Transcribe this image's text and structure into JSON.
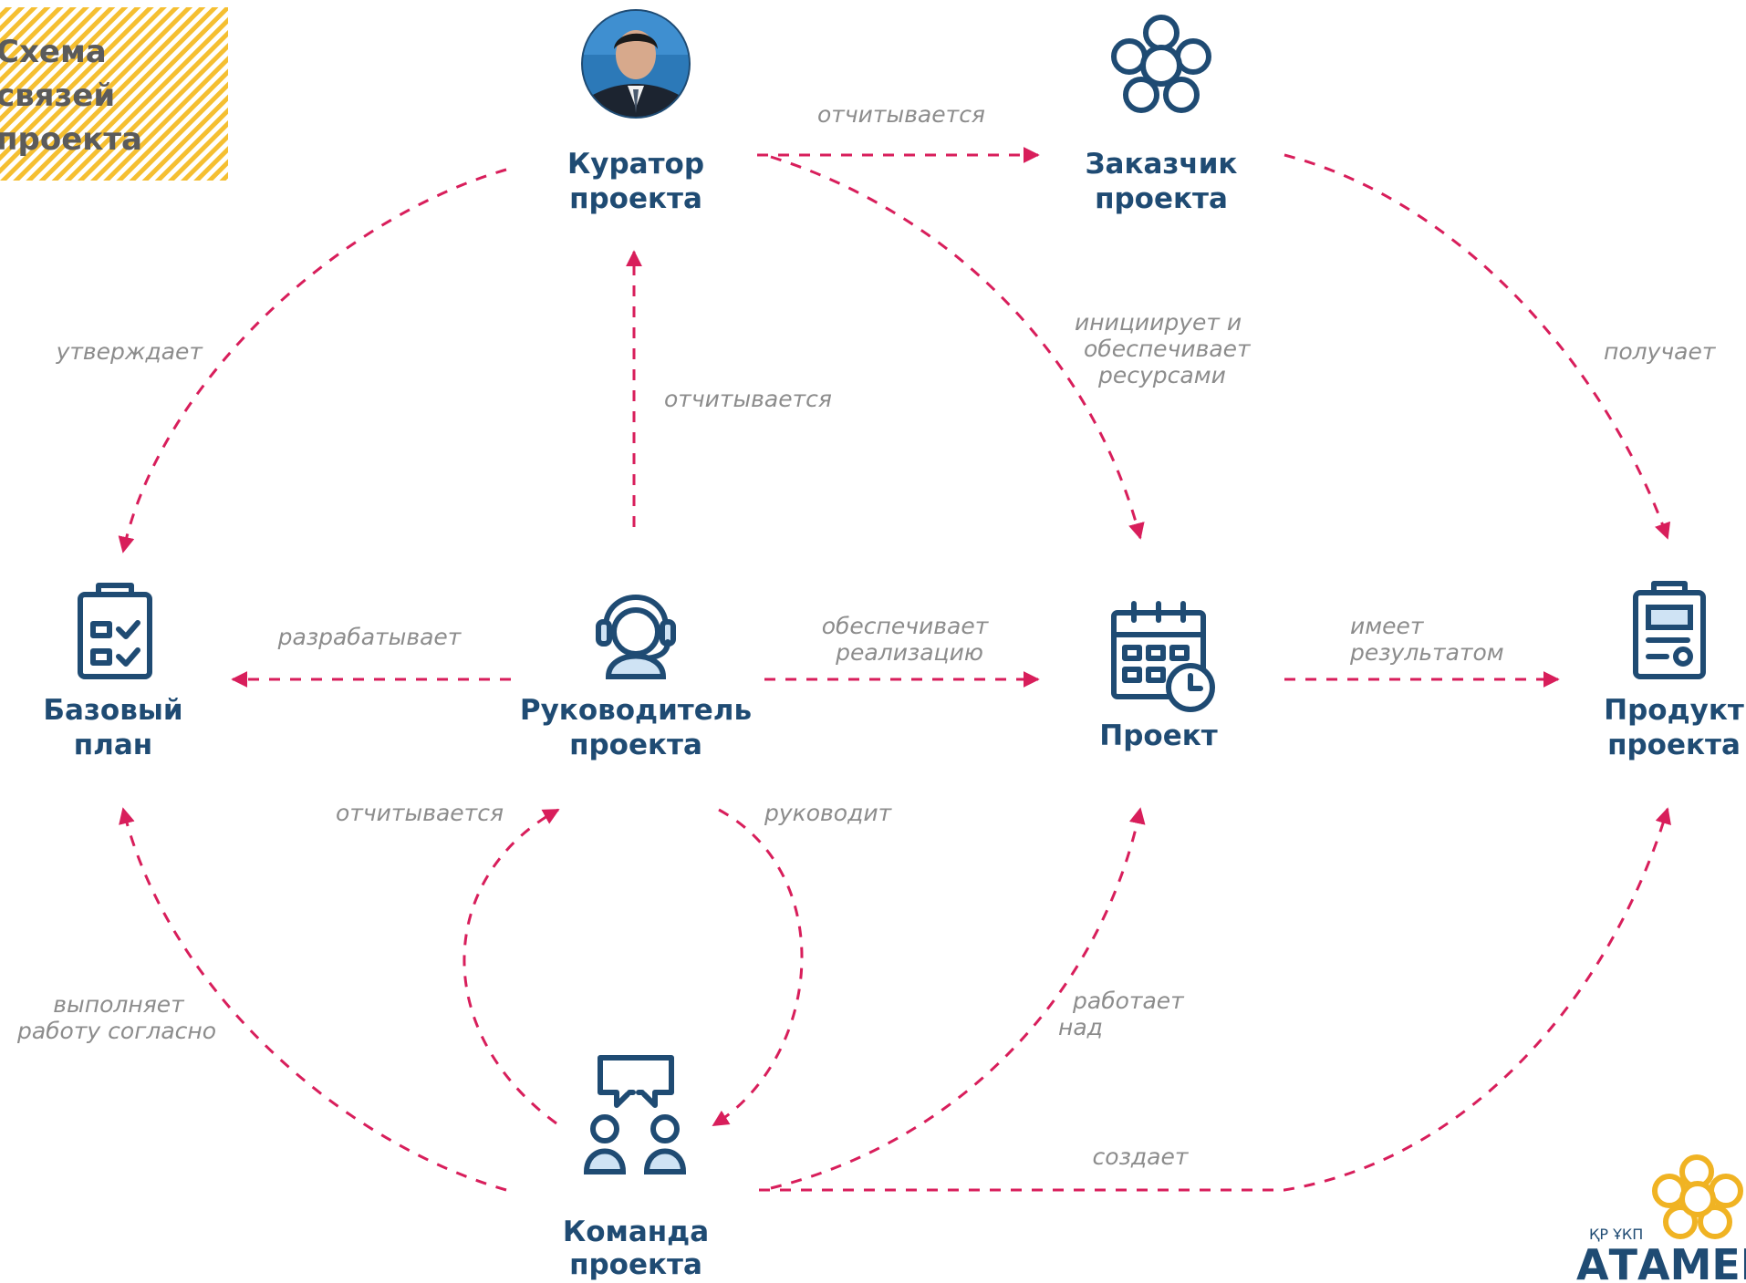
{
  "title": {
    "lines": [
      "Схема",
      "связей",
      "проекта"
    ]
  },
  "colors": {
    "edge": "#d81e5b",
    "node_text": "#1f4b73",
    "edge_text": "#8c8c8c",
    "title_bg": "#f5bf31",
    "logo": "#f0b323"
  },
  "nodes": {
    "curator": {
      "lines": [
        "Куратор",
        "проекта"
      ],
      "icon": "portrait-photo"
    },
    "customer": {
      "lines": [
        "Заказчик",
        "проекта"
      ],
      "icon": "flower-knot-icon"
    },
    "plan": {
      "lines": [
        "Базовый",
        "план"
      ],
      "icon": "checklist-icon"
    },
    "manager": {
      "lines": [
        "Руководитель",
        "проекта"
      ],
      "icon": "headset-user-icon"
    },
    "project": {
      "lines": [
        "Проект"
      ],
      "icon": "calendar-clock-icon"
    },
    "product": {
      "lines": [
        "Продукт",
        "проекта"
      ],
      "icon": "document-icon"
    },
    "team": {
      "lines": [
        "Команда",
        "проекта"
      ],
      "icon": "team-chat-icon"
    }
  },
  "edges": {
    "curator_customer": [
      "отчитывается"
    ],
    "curator_plan": [
      "утверждает"
    ],
    "curator_project": [
      "инициирует и",
      "обеспечивает",
      "ресурсами"
    ],
    "customer_product": [
      "получает"
    ],
    "manager_curator": [
      "отчитывается"
    ],
    "manager_plan": [
      "разрабатывает"
    ],
    "manager_project": [
      "обеспечивает",
      "реализацию"
    ],
    "project_product": [
      "имеет",
      "результатом"
    ],
    "team_manager": [
      "отчитывается"
    ],
    "manager_team": [
      "руководит"
    ],
    "team_plan": [
      "выполняет",
      "работу согласно"
    ],
    "team_project": [
      "работает",
      "над"
    ],
    "team_product": [
      "создает"
    ]
  },
  "logo": {
    "small": "ҚР ҰКП",
    "brand": "АТАМЕК"
  }
}
